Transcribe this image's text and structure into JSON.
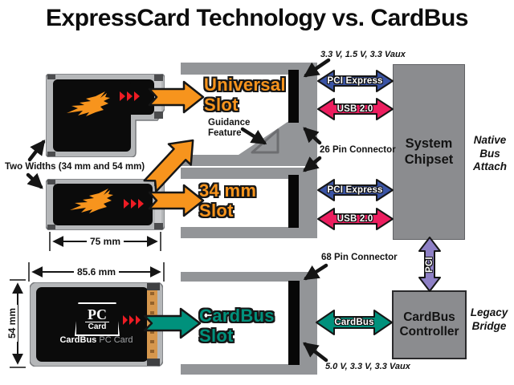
{
  "title": "ExpressCard Technology vs. CardBus",
  "left_panel": {
    "two_widths_label": "Two Widths (34 mm and 54 mm)",
    "express_length": "75 mm",
    "cardbus_width": "85.6 mm",
    "cardbus_height": "54 mm",
    "pccard_logo": {
      "top": "PC",
      "bottom": "Card"
    },
    "cardbus_card_name": {
      "bold": "CardBus",
      "rest": " PC Card"
    }
  },
  "slots": {
    "universal": {
      "label": "Universal\nSlot"
    },
    "slot_34": {
      "label": "34 mm\nSlot"
    },
    "cardbus": {
      "label": "CardBus\nSlot"
    },
    "guidance_feature": "Guidance\nFeature"
  },
  "connectors": {
    "express_voltages": "3.3 V, 1.5 V, 3.3 Vaux",
    "pin26": "26 Pin Connector",
    "pin68": "68 Pin Connector",
    "cardbus_voltages": "5.0 V, 3.3 V, 3.3 Vaux"
  },
  "buses": {
    "pci_express": "PCI Express",
    "usb": "USB 2.0",
    "cardbus": "CardBus",
    "pci": "PCI"
  },
  "chips": {
    "system_chipset": "System\nChipset",
    "cardbus_controller": "CardBus\nController"
  },
  "annotations": {
    "native_bus": "Native\nBus\nAttach",
    "legacy_bridge": "Legacy\nBridge"
  },
  "colors": {
    "orange": "#F7941D",
    "blue": "#3B54A5",
    "pink": "#EC1E5F",
    "teal": "#00917C",
    "purple": "#8E80C5",
    "chip_gray": "#8B8C8F",
    "slot_gray": "#939598",
    "red_chevrons": "#ED1C24",
    "gold_connector": "#D6974D"
  }
}
